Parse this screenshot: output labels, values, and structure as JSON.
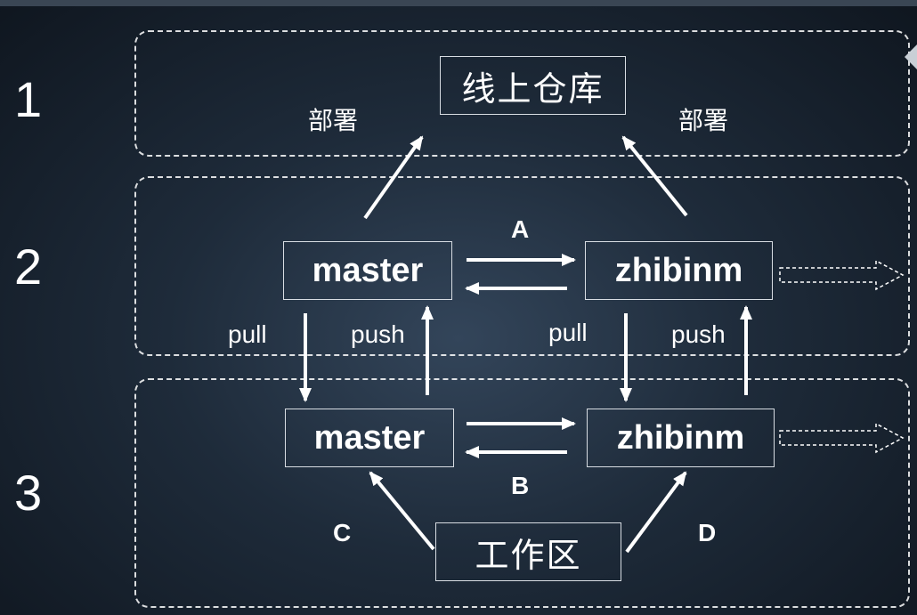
{
  "layers": {
    "one": "1",
    "two": "2",
    "three": "3"
  },
  "remote": {
    "repo_label": "线上仓库",
    "deploy_left": "部署",
    "deploy_right": "部署"
  },
  "branches": {
    "remote_master": "master",
    "remote_feature": "zhibinm",
    "local_master": "master",
    "local_feature": "zhibinm"
  },
  "labels": {
    "A": "A",
    "B": "B",
    "C": "C",
    "D": "D",
    "pull_left": "pull",
    "push_left": "push",
    "pull_right": "pull",
    "push_right": "push"
  },
  "workspace": {
    "label": "工作区"
  },
  "colors": {
    "line": "#ffffff",
    "zone_border": "#ffffff"
  }
}
